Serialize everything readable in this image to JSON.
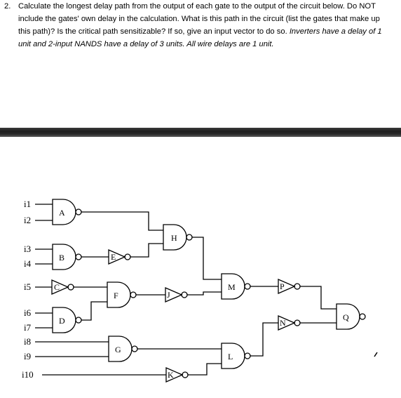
{
  "question": {
    "number": "2.",
    "text": "Calculate the longest delay path from the output of each gate to the output of the circuit below. Do NOT include the gates' own delay in the calculation. What is this path in the circuit (list the gates that make up this path)? Is the critical path sensitizable? If so, give an input vector to do so.",
    "emphasis": "Inverters have a delay of 1 unit and 2-input NANDS have a delay of 3 units. All wire delays are 1 unit."
  },
  "circuit": {
    "inputs": [
      "i1",
      "i2",
      "i3",
      "i4",
      "i5",
      "i6",
      "i7",
      "i8",
      "i9",
      "i10"
    ],
    "gates": {
      "A": "A",
      "B": "B",
      "C": "C",
      "D": "D",
      "E": "E",
      "F": "F",
      "G": "G",
      "H": "H",
      "J": "J",
      "K": "K",
      "L": "L",
      "M": "M",
      "N": "N",
      "P": "P",
      "Q": "Q"
    }
  }
}
